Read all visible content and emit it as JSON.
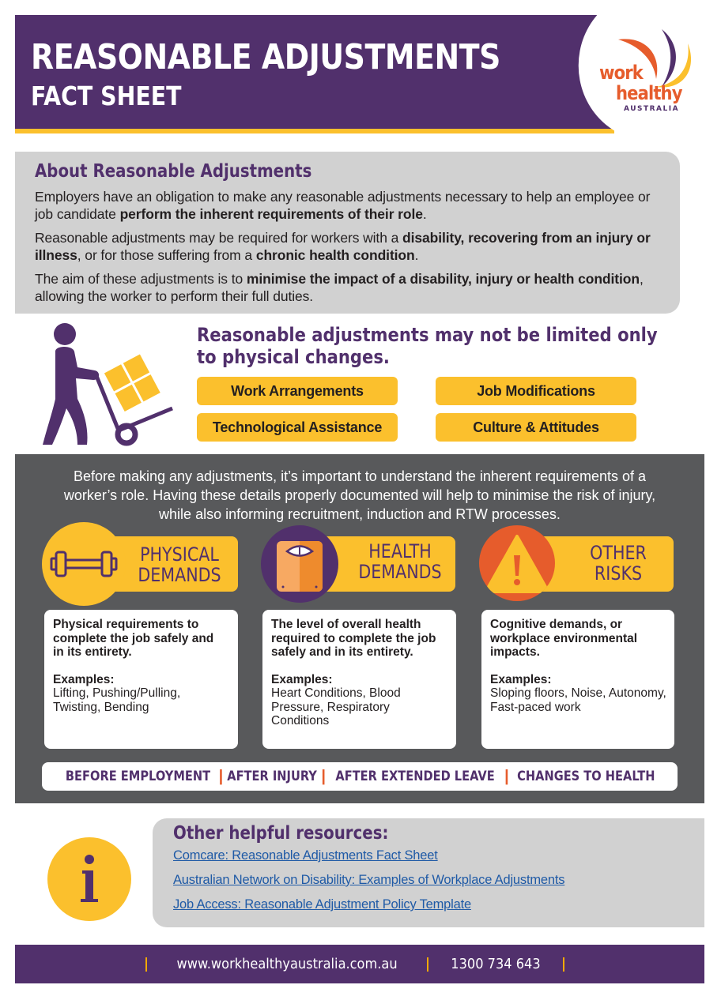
{
  "header": {
    "title": "REASONABLE ADJUSTMENTS",
    "subtitle": "FACT SHEET",
    "logo": {
      "line1": "work",
      "line2": "healthy",
      "line3": "AUSTRALIA"
    }
  },
  "about": {
    "heading": "About Reasonable Adjustments",
    "paragraphs": [
      {
        "parts": [
          "Employers have an obligation to make any reasonable adjustments necessary to help an employee or job candidate ",
          "perform the inherent requirements of their role",
          "."
        ]
      },
      {
        "parts": [
          "Reasonable adjustments may be required for workers with a ",
          "disability, recovering from an injury or illness",
          ", or for those suffering from a ",
          "chronic health condition",
          "."
        ]
      },
      {
        "parts": [
          "The aim of these adjustments is to ",
          "minimise the impact of a disability, injury or health condition",
          ", allowing the worker to perform their full duties."
        ]
      }
    ]
  },
  "limited": {
    "title_line1": "Reasonable adjustments may not be limited only",
    "title_line2": "to physical changes.",
    "pills": [
      "Work Arrangements",
      "Job Modifications",
      "Technological Assistance",
      "Culture & Attitudes"
    ]
  },
  "demands": {
    "intro": "Before making any adjustments, it’s important to understand the inherent requirements of a worker’s role. Having these details properly documented will help to minimise the risk of injury, while also informing recruitment, induction and RTW processes.",
    "items": [
      {
        "icon": "dumbbell-icon",
        "label_line1": "PHYSICAL",
        "label_line2": "DEMANDS",
        "lead": "Physical requirements to complete the job safely and in its entirety.",
        "examples_title": "Examples:",
        "examples": "Lifting, Pushing/Pulling, Twisting, Bending"
      },
      {
        "icon": "scale-icon",
        "label_line1": "HEALTH",
        "label_line2": "DEMANDS",
        "lead": "The level of overall health required to complete the job safely and in its entirety.",
        "examples_title": "Examples:",
        "examples": "Heart Conditions, Blood Pressure, Respiratory Conditions"
      },
      {
        "icon": "warning-icon",
        "label_line1": "OTHER",
        "label_line2": "RISKS",
        "lead": "Cognitive demands, or workplace environmental impacts.",
        "examples_title": "Examples:",
        "examples": "Sloping floors, Noise, Autonomy, Fast-paced work"
      }
    ],
    "tags": [
      "BEFORE EMPLOYMENT",
      "AFTER INJURY",
      "AFTER EXTENDED LEAVE",
      "CHANGES TO HEALTH"
    ],
    "tag_separator": "|"
  },
  "resources": {
    "heading": "Other helpful resources:",
    "links": [
      "Comcare: Reasonable Adjustments Fact Sheet",
      "Australian Network on Disability: Examples of Workplace Adjustments",
      "Job Access: Reasonable Adjustment Policy Template"
    ]
  },
  "footer": {
    "website": "www.workhealthyaustralia.com.au",
    "phone": "1300 734 643"
  },
  "colors": {
    "purple": "#51306c",
    "gold": "#fbc02d",
    "orange": "#e65c2c",
    "dark_gray": "#58595b",
    "light_gray": "#d1d1d1",
    "link_blue": "#1f5aa6"
  }
}
